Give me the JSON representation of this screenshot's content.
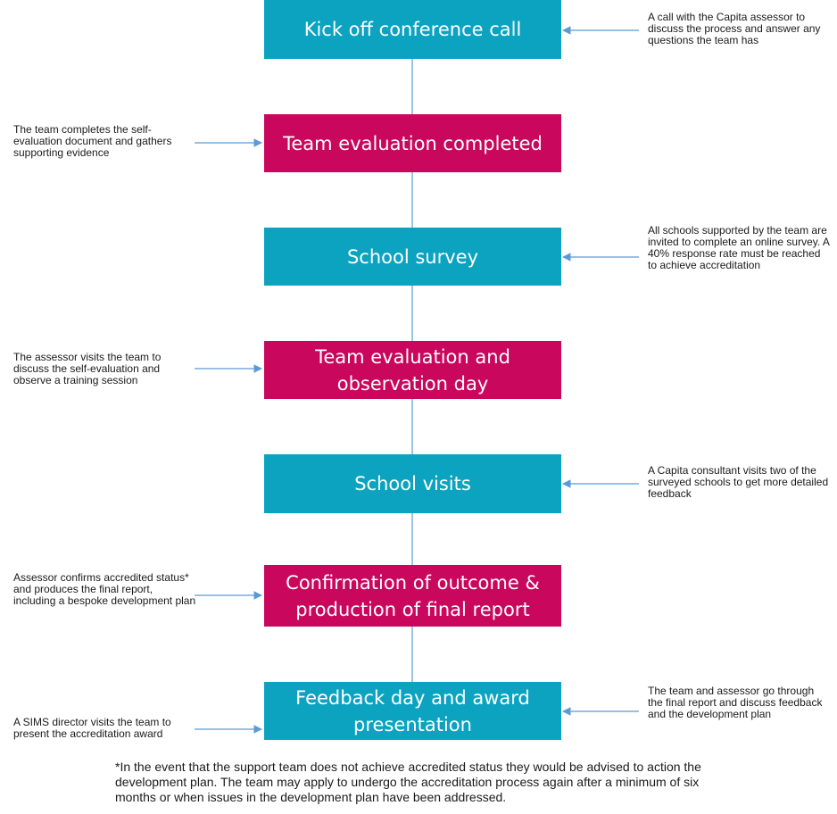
{
  "colors": {
    "teal": "#0ba3c0",
    "magenta": "#c8075d",
    "connector": "#5b9bd5"
  },
  "steps": [
    {
      "label": "Kick off conference call",
      "color": "teal"
    },
    {
      "label": "Team evaluation completed",
      "color": "magenta"
    },
    {
      "label": "School survey",
      "color": "teal"
    },
    {
      "label": "Team evaluation and observation day",
      "color": "magenta"
    },
    {
      "label": "School visits",
      "color": "teal"
    },
    {
      "label": "Confirmation of outcome & production of final report",
      "color": "magenta"
    },
    {
      "label": "Feedback day and award presentation",
      "color": "teal"
    }
  ],
  "notes": [
    {
      "side": "right",
      "text": "A call with the Capita assessor to discuss the process and answer any questions the team has"
    },
    {
      "side": "left",
      "text": "The team completes the self-evaluation document and gathers supporting evidence"
    },
    {
      "side": "right",
      "text": "All schools supported by the team are invited to complete an online survey. A 40% response rate must be reached to achieve accreditation"
    },
    {
      "side": "left",
      "text": "The assessor visits the team to discuss the self-evaluation and observe a training session"
    },
    {
      "side": "right",
      "text": "A Capita consultant visits two of the surveyed schools to get more detailed feedback"
    },
    {
      "side": "left",
      "text": "Assessor confirms accredited status* and produces the final report, including a bespoke development plan"
    },
    {
      "side": "left",
      "text": "A SIMS director visits the team to present the accreditation award"
    },
    {
      "side": "right",
      "text": "The team and assessor go through the final report and discuss feedback and the development plan"
    }
  ],
  "footnote": "*In the event that the support team does not achieve accredited status they would be advised to action the development plan. The team may apply to undergo the accreditation process again after a minimum of six months or when issues in the development plan have been addressed."
}
